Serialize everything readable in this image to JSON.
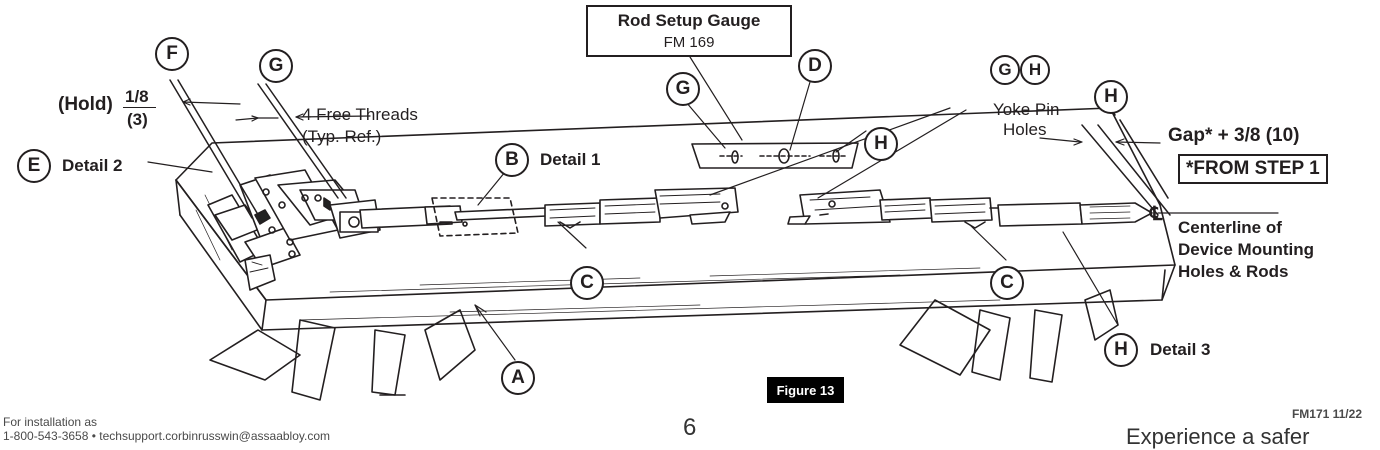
{
  "gauge": {
    "title": "Rod Setup Gauge",
    "number": "FM 169"
  },
  "callouts": {
    "A": "A",
    "B": "B",
    "C": "C",
    "D": "D",
    "E": "E",
    "F": "F",
    "G": "G",
    "H": "H"
  },
  "labels": {
    "hold": "(Hold)",
    "frac_num": "1/8",
    "frac_den": "(3)",
    "free_threads_1": "4 Free Threads",
    "free_threads_2": "(Typ. Ref.)",
    "detail1": "Detail 1",
    "detail2": "Detail 2",
    "detail3": "Detail 3",
    "yoke_1": "Yoke Pin",
    "yoke_2": "Holes",
    "gap": "Gap* + 3/8 (10)",
    "from_step": "*FROM STEP 1",
    "cl_symbol": "℄",
    "cl_1": "Centerline of",
    "cl_2": "Device Mounting",
    "cl_3": "Holes & Rods"
  },
  "figure_label": "Figure 13",
  "footer": {
    "line1": "For installation as",
    "line2": "1-800-543-3658 • techsupport.corbinrusswin@assaabloy.com",
    "page": "6",
    "code": "FM171 11/22",
    "tagline": "Experience a safer"
  }
}
